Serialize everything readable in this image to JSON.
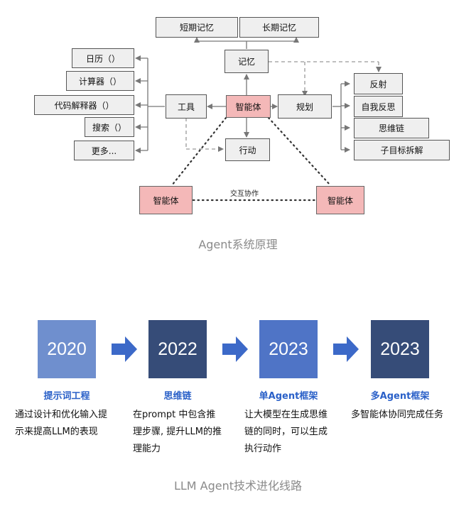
{
  "diagram": {
    "memory_short": "短期记忆",
    "memory_long": "长期记忆",
    "memory": "记忆",
    "tool": "工具",
    "agent": "智能体",
    "planning": "规划",
    "action": "行动",
    "tools": [
      "日历（）",
      "计算器（）",
      "代码解释器（）",
      "搜索（）",
      "更多..."
    ],
    "planning_items": [
      "反射",
      "自我反思",
      "思维链",
      "子目标拆解"
    ],
    "agent_left": "智能体",
    "agent_right": "智能体",
    "interaction": "交互协作",
    "caption": "Agent系统原理",
    "colors": {
      "agent_fill": "#f4b8b8",
      "box_fill": "#efefef",
      "arrow": "#777777"
    }
  },
  "roadmap": {
    "stages": [
      {
        "year": "2020",
        "title": "提示词工程",
        "desc": "通过设计和优化输入提\n示来提高LLM的表现",
        "color": "#6f8fce"
      },
      {
        "year": "2022",
        "title": "思维链",
        "desc": "在prompt 中包含推\n理步骤, 提升LLM的推\n理能力",
        "color": "#364c78"
      },
      {
        "year": "2023",
        "title": "单Agent框架",
        "desc": "让大模型在生成思维\n链的同时，可以生成\n执行动作",
        "color": "#4f74c6"
      },
      {
        "year": "2023",
        "title": "多Agent框架",
        "desc": "多智能体协同完成任务",
        "color": "#364c78"
      }
    ],
    "arrow_color": "#3c69c8",
    "caption": "LLM Agent技术进化线路"
  }
}
